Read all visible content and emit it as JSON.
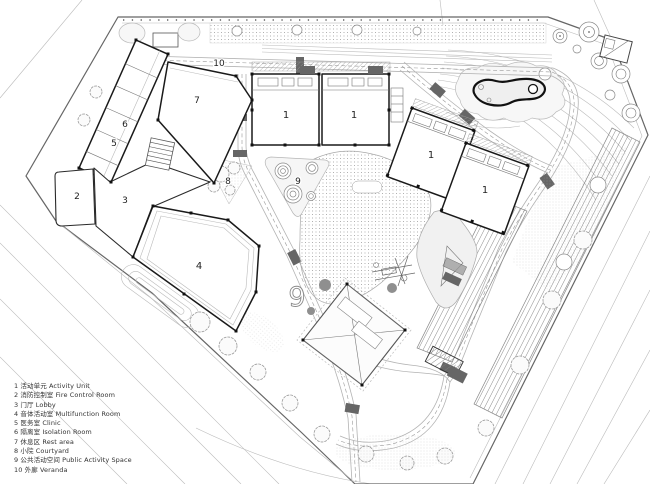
{
  "plan_labels": {
    "activity_unit": "1",
    "fire_control_room": "2",
    "lobby": "3",
    "multifunction_room": "4",
    "clinic": "5",
    "isolation_room": "6",
    "rest_area": "7",
    "courtyard": "8",
    "public_activity_space": "9",
    "veranda": "10",
    "public_activity_space_large": "9"
  },
  "legend": {
    "items": [
      "1 活动单元 Activity Unit",
      "2 消防控制室 Fire Control Room",
      "3 门厅 Lobby",
      "4 音体活动室 Multifunction Room",
      "5 医务室 Clinic",
      "6 隔离室 Isolation Room",
      "7 休息区 Rest area",
      "8 小院 Courtyard",
      "9 公共活动空间 Public Activity Space",
      "10 外廊 Veranda"
    ]
  },
  "colors": {
    "ink": "#1a1a1a",
    "line_medium": "#888888",
    "line_light": "#bbbbbb",
    "paper": "#ffffff"
  }
}
